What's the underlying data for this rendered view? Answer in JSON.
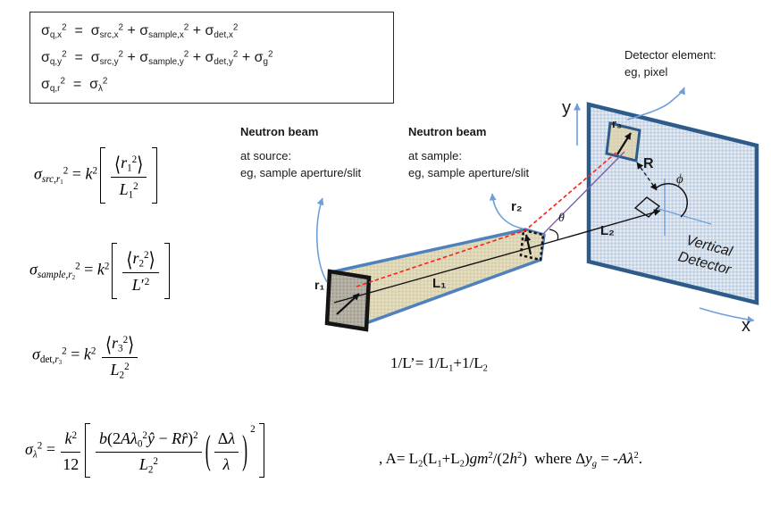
{
  "colors": {
    "steel_blue": "#4f81bd",
    "detector_border": "#2e5c8a",
    "detector_fill": "#cfdcec",
    "detector_dot": "#b3c6dd",
    "cone_fill": "#ddd6ba",
    "cone_dot": "#f0eac2",
    "source_fill": "#b0aca0",
    "source_dot": "#979386",
    "pixel_fill": "#d9d2b4",
    "pixel_dot": "#efe8c6",
    "beam_red": "#ff2015",
    "scatter_purple": "#7e5fa6",
    "leader_blue": "#6f9fd8",
    "ink": "#111111"
  },
  "equations": {
    "box": {
      "line1": [
        {
          "t": "σ"
        },
        {
          "sub": "q,x"
        },
        {
          "sup": "2"
        },
        {
          "t": "  =  "
        },
        {
          "t": "σ"
        },
        {
          "sub": "src,x"
        },
        {
          "sup": "2"
        },
        {
          "t": " + "
        },
        {
          "t": "σ"
        },
        {
          "sub": "sample,x"
        },
        {
          "sup": "2"
        },
        {
          "t": " + "
        },
        {
          "t": "σ"
        },
        {
          "sub": "det,x"
        },
        {
          "sup": "2"
        }
      ],
      "line2": [
        {
          "t": "σ"
        },
        {
          "sub": "q,y"
        },
        {
          "sup": "2"
        },
        {
          "t": "  =  "
        },
        {
          "t": "σ"
        },
        {
          "sub": "src,y"
        },
        {
          "sup": "2"
        },
        {
          "t": " + "
        },
        {
          "t": "σ"
        },
        {
          "sub": "sample,y"
        },
        {
          "sup": "2"
        },
        {
          "t": " + "
        },
        {
          "t": "σ"
        },
        {
          "sub": "det,y"
        },
        {
          "sup": "2"
        },
        {
          "t": " + "
        },
        {
          "t": "σ"
        },
        {
          "sub": "g"
        },
        {
          "sup": "2"
        }
      ],
      "line3": [
        {
          "t": "σ"
        },
        {
          "sub": "q,r"
        },
        {
          "sup": "2"
        },
        {
          "t": "  =  "
        },
        {
          "t": "σ"
        },
        {
          "sub": "λ"
        },
        {
          "sup": "2"
        }
      ]
    },
    "src": [
      {
        "t": "σ",
        "i": true
      },
      {
        "sub": [
          {
            "t": "src",
            "i": true
          },
          {
            "t": ","
          },
          {
            "t": "r",
            "i": true
          },
          {
            "sub": "1"
          }
        ]
      },
      {
        "sup": "2"
      },
      {
        "t": " = "
      },
      {
        "t": "k",
        "i": true
      },
      {
        "sup": "2"
      },
      {
        "sq": [
          {
            "frac": {
              "num": [
                {
                  "t": "⟨",
                  "big": 1.25
                },
                {
                  "t": "r",
                  "i": true
                },
                {
                  "sub": "1"
                },
                {
                  "sup": "2"
                },
                {
                  "t": "⟩",
                  "big": 1.25
                }
              ],
              "den": [
                {
                  "t": "L",
                  "i": true
                },
                {
                  "sub": "1"
                },
                {
                  "sup": "2"
                }
              ]
            }
          }
        ]
      }
    ],
    "sample": [
      {
        "t": "σ",
        "i": true
      },
      {
        "sub": [
          {
            "t": "sample",
            "i": true
          },
          {
            "t": ","
          },
          {
            "t": "r",
            "i": true
          },
          {
            "sub": "2"
          }
        ]
      },
      {
        "sup": "2"
      },
      {
        "t": " = "
      },
      {
        "t": "k",
        "i": true
      },
      {
        "sup": "2"
      },
      {
        "sq": [
          {
            "frac": {
              "num": [
                {
                  "t": "⟨",
                  "big": 1.25
                },
                {
                  "t": "r",
                  "i": true
                },
                {
                  "sub": "2"
                },
                {
                  "sup": "2"
                },
                {
                  "t": "⟩",
                  "big": 1.25
                }
              ],
              "den": [
                {
                  "t": "L",
                  "i": true
                },
                {
                  "t": "′"
                },
                {
                  "sup": "2"
                }
              ]
            }
          }
        ]
      }
    ],
    "det": [
      {
        "t": "σ",
        "i": true
      },
      {
        "sub": [
          {
            "t": "det"
          },
          {
            "t": ","
          },
          {
            "t": "r",
            "i": true
          },
          {
            "sub": "3"
          }
        ]
      },
      {
        "sup": "2"
      },
      {
        "t": " = "
      },
      {
        "t": "k",
        "i": true
      },
      {
        "sup": "2"
      },
      {
        "t": " "
      },
      {
        "frac": {
          "num": [
            {
              "t": "⟨",
              "big": 1.25
            },
            {
              "t": "r",
              "i": true
            },
            {
              "sub": "3"
            },
            {
              "sup": "2"
            },
            {
              "t": "⟩",
              "big": 1.25
            }
          ],
          "den": [
            {
              "t": "L",
              "i": true
            },
            {
              "sub": "2"
            },
            {
              "sup": "2"
            }
          ]
        }
      }
    ],
    "lambda": [
      {
        "t": "σ",
        "i": true
      },
      {
        "sub": "λ",
        "i": true
      },
      {
        "sup": "2"
      },
      {
        "t": " = "
      },
      {
        "frac": {
          "num": [
            {
              "t": "k",
              "i": true
            },
            {
              "sup": "2"
            }
          ],
          "den": [
            {
              "t": "12"
            }
          ]
        }
      },
      {
        "sq": [
          {
            "frac": {
              "num": [
                {
                  "t": "b",
                  "i": true
                },
                {
                  "t": "(2"
                },
                {
                  "t": "A",
                  "i": true
                },
                {
                  "t": "λ",
                  "i": true
                },
                {
                  "sub": "0"
                },
                {
                  "sup": "2"
                },
                {
                  "t": "ŷ",
                  "i": true
                },
                {
                  "t": " − "
                },
                {
                  "t": "R",
                  "i": true
                },
                {
                  "t": "r̂",
                  "i": true
                },
                {
                  "t": ")"
                },
                {
                  "sup": "2"
                }
              ],
              "den": [
                {
                  "t": "L",
                  "i": true
                },
                {
                  "sub": "2"
                },
                {
                  "sup": "2"
                }
              ]
            }
          },
          {
            "t": "(",
            "big": 2.5
          },
          {
            "frac": {
              "num": [
                {
                  "t": "Δ"
                },
                {
                  "t": "λ",
                  "i": true
                }
              ],
              "den": [
                {
                  "t": "λ",
                  "i": true
                }
              ]
            }
          },
          {
            "t": ")",
            "big": 2.5
          },
          {
            "sup": "2",
            "h": true
          }
        ]
      }
    ],
    "lprime": [
      {
        "t": "1/L’= 1/L"
      },
      {
        "sub": "1"
      },
      {
        "t": "+1/L"
      },
      {
        "sub": "2"
      }
    ],
    "gravity": [
      {
        "t": ", A= L"
      },
      {
        "sub": "2"
      },
      {
        "t": "(L"
      },
      {
        "sub": "1"
      },
      {
        "t": "+L"
      },
      {
        "sub": "2"
      },
      {
        "t": ")"
      },
      {
        "t": "gm",
        "i": true
      },
      {
        "sup": "2"
      },
      {
        "t": "/(2"
      },
      {
        "t": "h",
        "i": true
      },
      {
        "sup": "2"
      },
      {
        "t": ")  where Δ"
      },
      {
        "t": "y",
        "i": true
      },
      {
        "sub": "g",
        "i": true
      },
      {
        "t": " = -"
      },
      {
        "t": "Aλ",
        "i": true
      },
      {
        "sup": "2"
      },
      {
        "t": "."
      }
    ]
  },
  "annotations": {
    "source_block": {
      "title": "Neutron beam",
      "line1": "at source:",
      "line2": "eg, sample aperture/slit"
    },
    "sample_block": {
      "title": "Neutron beam",
      "line1": "at sample:",
      "line2": "eg, sample aperture/slit"
    }
  },
  "diagram": {
    "detector_element": {
      "line1": "Detector element:",
      "line2": "eg, pixel"
    },
    "axis_x": "x",
    "axis_y": "y",
    "r1": "r₁",
    "r2": "r₂",
    "r3": "r₃",
    "L1": "L₁",
    "L2": "L₂",
    "R": "R",
    "theta": "θ",
    "phi": "ϕ",
    "vertical_detector": "Vertical Detector"
  }
}
